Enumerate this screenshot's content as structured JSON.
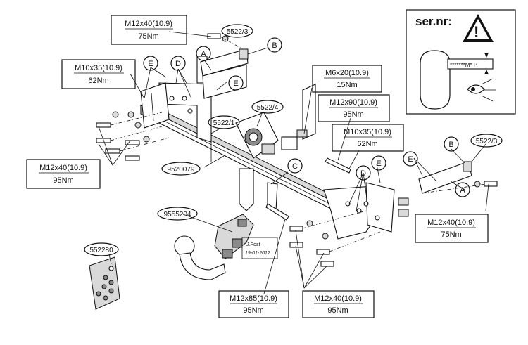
{
  "torque_labels": [
    {
      "spec": "M12x40(10.9)",
      "torque": "75Nm"
    },
    {
      "spec": "M10x35(10.9)",
      "torque": "62Nm"
    },
    {
      "spec": "M12x40(10.9)",
      "torque": "95Nm"
    },
    {
      "spec": "M6x20(10.9)",
      "torque": "15Nm"
    },
    {
      "spec": "M12x90(10.9)",
      "torque": "95Nm"
    },
    {
      "spec": "M10x35(10.9)",
      "torque": "62Nm"
    },
    {
      "spec": "M12x40(10.9)",
      "torque": "75Nm"
    },
    {
      "spec": "M12x85(10.9)",
      "torque": "95Nm"
    },
    {
      "spec": "M12x40(10.9)",
      "torque": "95Nm"
    }
  ],
  "part_codes": [
    "5522/3",
    "5522/4",
    "5522/1",
    "9520079",
    "5522/3",
    "9555204",
    "552280"
  ],
  "letters": [
    "A",
    "B",
    "E",
    "D",
    "E",
    "C",
    "D",
    "E",
    "E",
    "B",
    "A"
  ],
  "serial_box": {
    "title": "ser.nr:",
    "plate_text": "*******M* P"
  },
  "stamp": {
    "name": "J.Post",
    "date": "19-01-2012"
  }
}
